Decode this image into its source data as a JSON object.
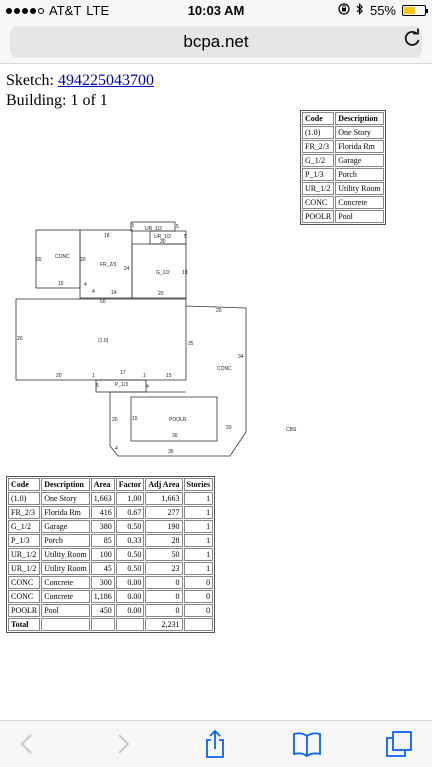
{
  "status": {
    "carrier": "AT&T",
    "network": "LTE",
    "time": "10:03 AM",
    "battery": "55%",
    "battery_fraction": 0.55
  },
  "browser": {
    "url": "bcpa.net"
  },
  "page": {
    "sketch_label": "Sketch:",
    "sketch_number": "494225043700",
    "building": "Building: 1 of 1"
  },
  "legend": {
    "headers": [
      "Code",
      "Description"
    ],
    "rows": [
      [
        "(1.0)",
        "One Story"
      ],
      [
        "FR_2/3",
        "Florida Rm"
      ],
      [
        "G_1/2",
        "Garage"
      ],
      [
        "P_1/3",
        "Porch"
      ],
      [
        "UR_1/2",
        "Utility Room"
      ],
      [
        "CONC",
        "Concrete"
      ],
      [
        "POOLR",
        "Pool"
      ]
    ]
  },
  "sketch_labels": {
    "conc_top": "CONC",
    "fr": "FR_2/3",
    "g": "G_1/2",
    "ur1": "UR_1/2",
    "ur2": "UR_1/2",
    "main": "(1.0)",
    "conc_right": "CONC",
    "p": "P_1/3",
    "pool": "POOLR",
    "cbs": "CBS",
    "d18": "18",
    "d3": "3",
    "d5a": "5",
    "d30": "30",
    "d5b": "5",
    "d20a": "20",
    "d15a": "15",
    "d4a": "4",
    "d4b": "4",
    "d14": "14",
    "d24": "24",
    "d20b": "20",
    "d19": "19",
    "d20c": "20",
    "d50": "50",
    "d20d": "20",
    "d20e": "20",
    "d25": "25",
    "d20f": "20",
    "d1": "1",
    "d17": "17",
    "d1b": "1",
    "d15b": "15",
    "d34": "34",
    "d5c": "5",
    "d4c": "4",
    "d20g": "20",
    "d15c": "15",
    "d30b": "30",
    "d20h": "20",
    "d4d": "4",
    "d35": "35"
  },
  "codes_table": {
    "headers": [
      "Code",
      "Description",
      "Area",
      "Factor",
      "Adj Area",
      "Stories"
    ],
    "rows": [
      [
        "(1.0)",
        "One Story",
        "1,663",
        "1.00",
        "1,663",
        "1"
      ],
      [
        "FR_2/3",
        "Florida Rm",
        "416",
        "0.67",
        "277",
        "1"
      ],
      [
        "G_1/2",
        "Garage",
        "380",
        "0.50",
        "190",
        "1"
      ],
      [
        "P_1/3",
        "Porch",
        "85",
        "0.33",
        "28",
        "1"
      ],
      [
        "UR_1/2",
        "Utility Room",
        "100",
        "0.50",
        "50",
        "1"
      ],
      [
        "UR_1/2",
        "Utility Room",
        "45",
        "0.50",
        "23",
        "1"
      ],
      [
        "CONC",
        "Concrete",
        "300",
        "0.00",
        "0",
        "0"
      ],
      [
        "CONC",
        "Concrete",
        "1,186",
        "0.00",
        "0",
        "0"
      ],
      [
        "POOLR",
        "Pool",
        "450",
        "0.00",
        "0",
        "0"
      ]
    ],
    "total_label": "Total",
    "total_adj": "2,231"
  },
  "toolbar": {
    "icons": [
      "back-icon",
      "forward-icon",
      "share-icon",
      "bookmarks-icon",
      "tabs-icon"
    ]
  }
}
